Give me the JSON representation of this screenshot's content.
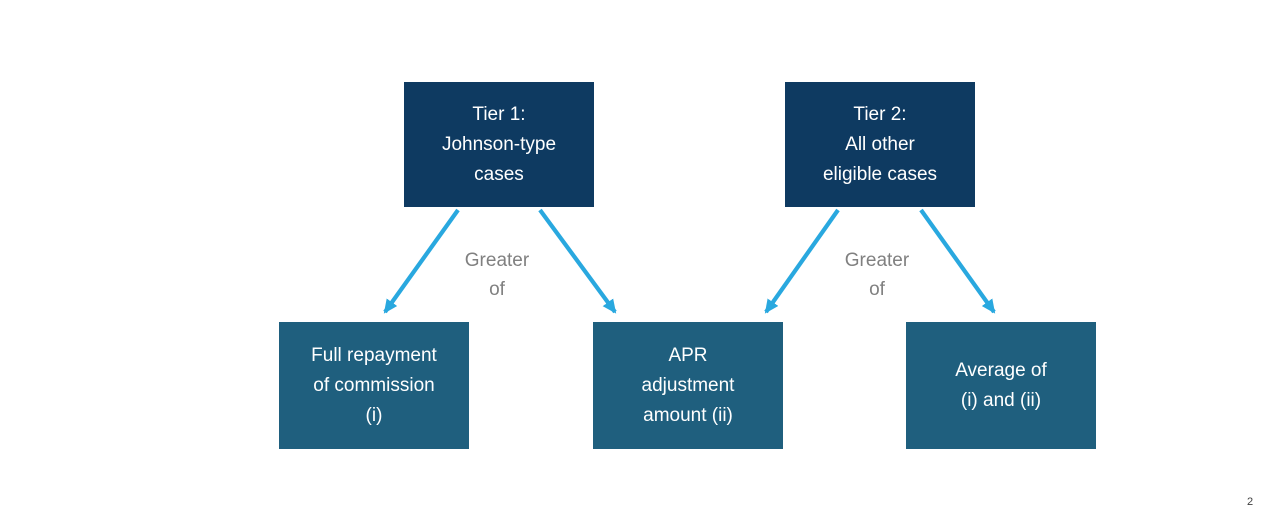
{
  "colors": {
    "tier_box": "#0e3a61",
    "outcome_box": "#1f5f7e",
    "arrow": "#29a8df",
    "edge_label": "#808080",
    "page_number": "#404040"
  },
  "diagram": {
    "tier_boxes": [
      {
        "lines": [
          "Tier 1:",
          "Johnson-type",
          "cases"
        ]
      },
      {
        "lines": [
          "Tier 2:",
          "All other",
          "eligible cases"
        ]
      }
    ],
    "outcome_boxes": [
      {
        "lines": [
          "Full repayment",
          "of commission",
          "(i)"
        ]
      },
      {
        "lines": [
          "APR",
          "adjustment",
          "amount (ii)"
        ]
      },
      {
        "lines": [
          "Average of",
          "(i) and (ii)"
        ]
      }
    ],
    "edge_labels": [
      {
        "lines": [
          "Greater",
          "of"
        ]
      },
      {
        "lines": [
          "Greater",
          "of"
        ]
      }
    ]
  },
  "footer": {
    "page_number": "2"
  }
}
